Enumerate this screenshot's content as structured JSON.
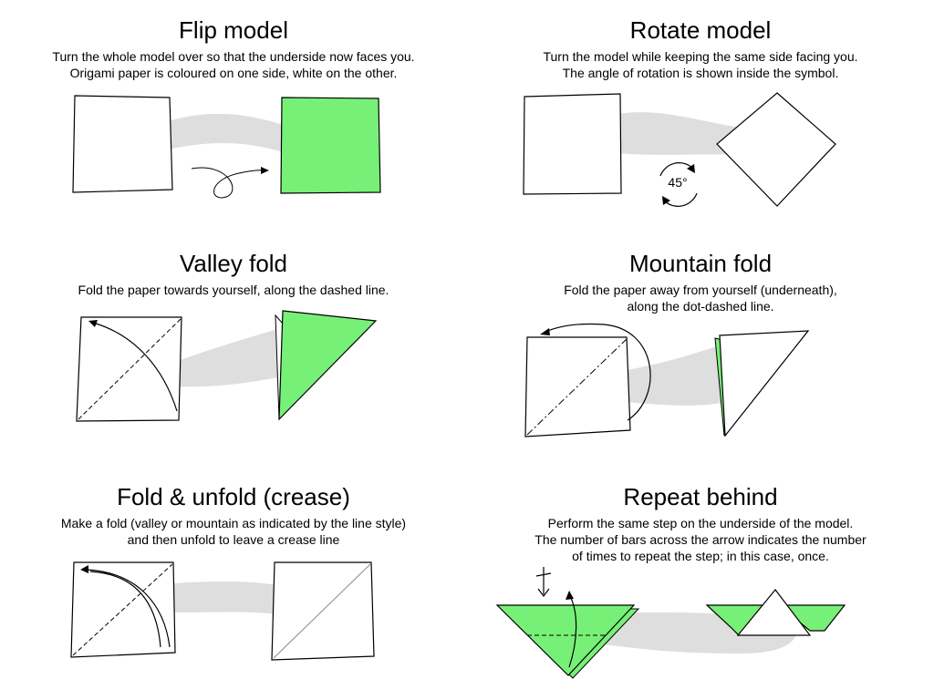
{
  "colors": {
    "paper_front": "#ffffff",
    "paper_back": "#77f077",
    "shadow_path": "#dedede",
    "outline": "#000000"
  },
  "panels": [
    {
      "title": "Flip model",
      "desc": [
        "Turn the whole model over so that the underside now faces you.",
        "Origami paper is coloured on one side, white on the other."
      ]
    },
    {
      "title": "Rotate model",
      "desc": [
        "Turn the model while keeping the same side facing you.",
        "The angle of rotation is shown inside the symbol."
      ],
      "angle_label": "45°"
    },
    {
      "title": "Valley fold",
      "desc": [
        "Fold the paper towards yourself, along the dashed line."
      ]
    },
    {
      "title": "Mountain fold",
      "desc": [
        "Fold the paper away from yourself (underneath),",
        "along the dot-dashed line."
      ]
    },
    {
      "title": "Fold & unfold (crease)",
      "desc": [
        "Make a fold (valley or mountain as indicated by the line style)",
        "and then unfold to leave a crease line"
      ]
    },
    {
      "title": "Repeat behind",
      "desc": [
        "Perform the same step on the underside of the model.",
        "The number of bars across the arrow indicates the number",
        "of times to repeat the step; in this case, once."
      ]
    }
  ]
}
